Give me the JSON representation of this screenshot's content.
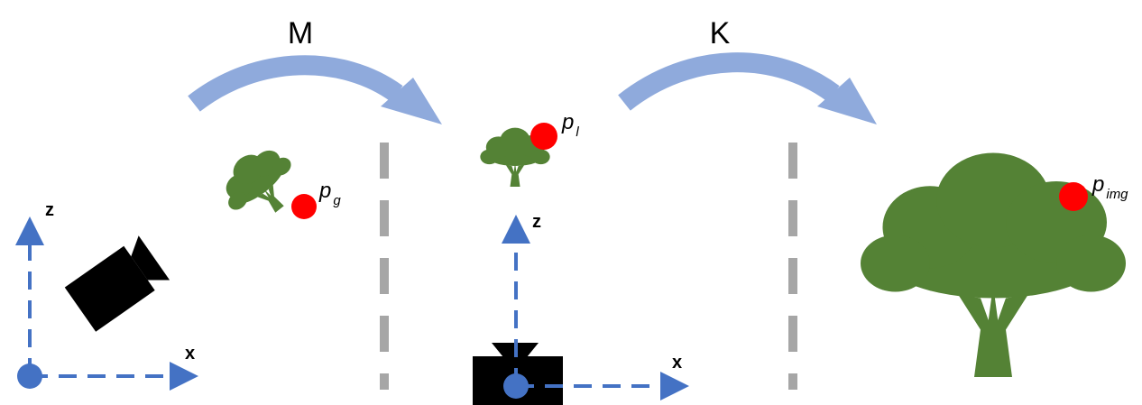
{
  "labels": {
    "transform_m": "M",
    "transform_k": "K",
    "axis_z_global": "z",
    "axis_x_global": "x",
    "axis_z_local": "z",
    "axis_x_local": "x",
    "point_global": "p",
    "point_global_sub": "g",
    "point_local": "p",
    "point_local_sub": "l",
    "point_image": "p",
    "point_image_sub": "img"
  },
  "colors": {
    "arrow": "#8faadc",
    "axis": "#4472c4",
    "tree": "#548235",
    "point": "#ff0000",
    "camera": "#000000",
    "divider": "#a6a6a6"
  },
  "icons": {
    "camera": "camera-icon",
    "tree": "tree-icon",
    "origin": "origin-dot"
  }
}
